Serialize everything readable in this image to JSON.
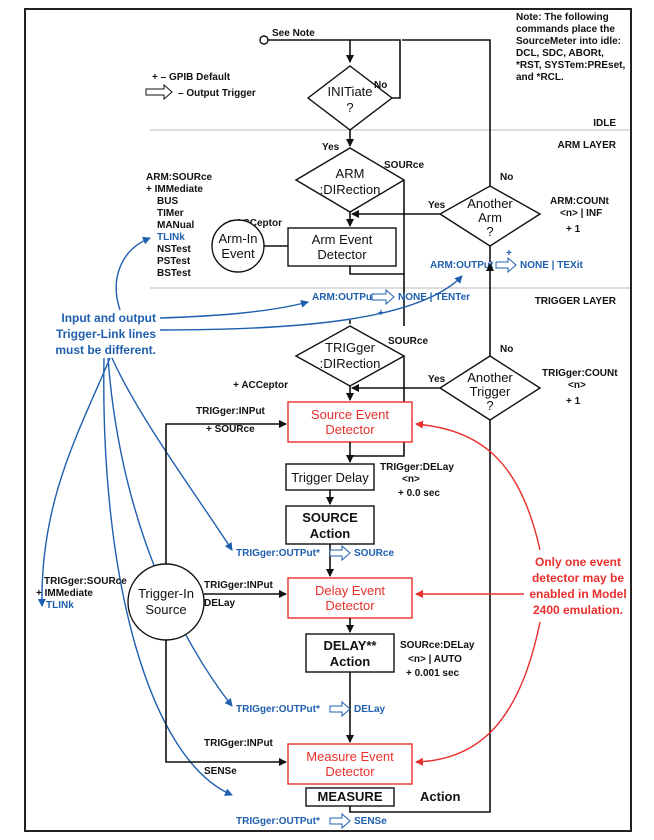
{
  "note": {
    "see_note": "See Note",
    "lines": [
      "Note: The following",
      "commands place the",
      "SourceMeter into idle:",
      "DCL, SDC, ABORt,",
      "*RST, SYSTem:PREset,",
      "and *RCL."
    ]
  },
  "legend": {
    "gpib_default": "+ – GPIB Default",
    "output_trigger": "– Output Trigger"
  },
  "layers": {
    "idle": "IDLE",
    "arm": "ARM LAYER",
    "trigger": "TRIGGER LAYER"
  },
  "initiate": {
    "line1": "INITiate",
    "line2": "?",
    "yes": "Yes",
    "no": "No"
  },
  "arm_direction": {
    "line1": "ARM",
    "line2": ":DIRection",
    "source": "SOURce",
    "acceptor": "+ ACCeptor"
  },
  "arm_source_list": {
    "title": "ARM:SOURce",
    "items": [
      "+ IMMediate",
      "BUS",
      "TIMer",
      "MANual",
      "TLINk",
      "NSTest",
      "PSTest",
      "BSTest"
    ]
  },
  "arm_in_event": {
    "line1": "Arm-In",
    "line2": "Event"
  },
  "arm_event_detector": {
    "line1": "Arm Event",
    "line2": "Detector"
  },
  "another_arm": {
    "line1": "Another",
    "line2": "Arm",
    "line3": "?",
    "yes": "Yes",
    "no": "No"
  },
  "arm_count": {
    "line1": "ARM:COUNt",
    "line2": "<n> | INF",
    "line3": "+ 1"
  },
  "arm_output": {
    "label": "ARM:OUTPut",
    "top": "NONE | TEXit",
    "plus": "+"
  },
  "arm_output_2": {
    "label": "ARM:OUTPut",
    "value": "NONE | TENTer",
    "plus": "+"
  },
  "tlink_note": {
    "lines": [
      "Input and output",
      "Trigger-Link lines",
      "must be different."
    ]
  },
  "trigger_direction": {
    "line1": "TRIGger",
    "line2": ":DIRection",
    "source": "SOURce",
    "acceptor": "+ ACCeptor"
  },
  "another_trigger": {
    "line1": "Another",
    "line2": "Trigger",
    "line3": "?",
    "yes": "Yes",
    "no": "No"
  },
  "trigger_count": {
    "line1": "TRIGger:COUNt",
    "line2": "<n>",
    "line3": "+ 1"
  },
  "trigger_input_source": {
    "line1": "TRIGger:INPut",
    "line2": "+ SOURce"
  },
  "source_event_detector": {
    "line1": "Source Event",
    "line2": "Detector"
  },
  "trigger_delay": {
    "label": "Trigger Delay",
    "cmd1": "TRIGger:DELay",
    "cmd2": "<n>",
    "cmd3": "+ 0.0 sec"
  },
  "source_action": {
    "line1": "SOURCE",
    "line2": "Action"
  },
  "trig_output_source": {
    "label": "TRIGger:OUTPut*",
    "value": "SOURce"
  },
  "trigger_in_source": {
    "line1": "Trigger-In",
    "line2": "Source"
  },
  "trig_source_list": {
    "title": "TRIGger:SOURce",
    "items": [
      "+ IMMediate",
      "TLINk"
    ]
  },
  "trigger_input_delay": {
    "line1": "TRIGger:INPut",
    "line2": "DELay"
  },
  "delay_event_detector": {
    "line1": "Delay Event",
    "line2": "Detector"
  },
  "red_note": {
    "lines": [
      "Only one event",
      "detector may be",
      "enabled in Model",
      "2400 emulation."
    ]
  },
  "delay_action": {
    "line1": "DELAY**",
    "line2": "Action"
  },
  "source_delay": {
    "line1": "SOURce:DELay",
    "line2": "<n> | AUTO",
    "line3": "+ 0.001 sec"
  },
  "trig_output_delay": {
    "label": "TRIGger:OUTPut*",
    "value": "DELay"
  },
  "trigger_input_sense": {
    "line1": "TRIGger:INPut",
    "line2": "SENSe"
  },
  "measure_event_detector": {
    "line1": "Measure Event",
    "line2": "Detector"
  },
  "measure_action": {
    "line1": "MEASURE",
    "line2": "Action"
  },
  "trig_output_sense": {
    "label": "TRIGger:OUTPut*",
    "value": "SENSe"
  },
  "colors": {
    "blue": "#1f5fae",
    "red": "#e8302c",
    "black": "#111111"
  }
}
